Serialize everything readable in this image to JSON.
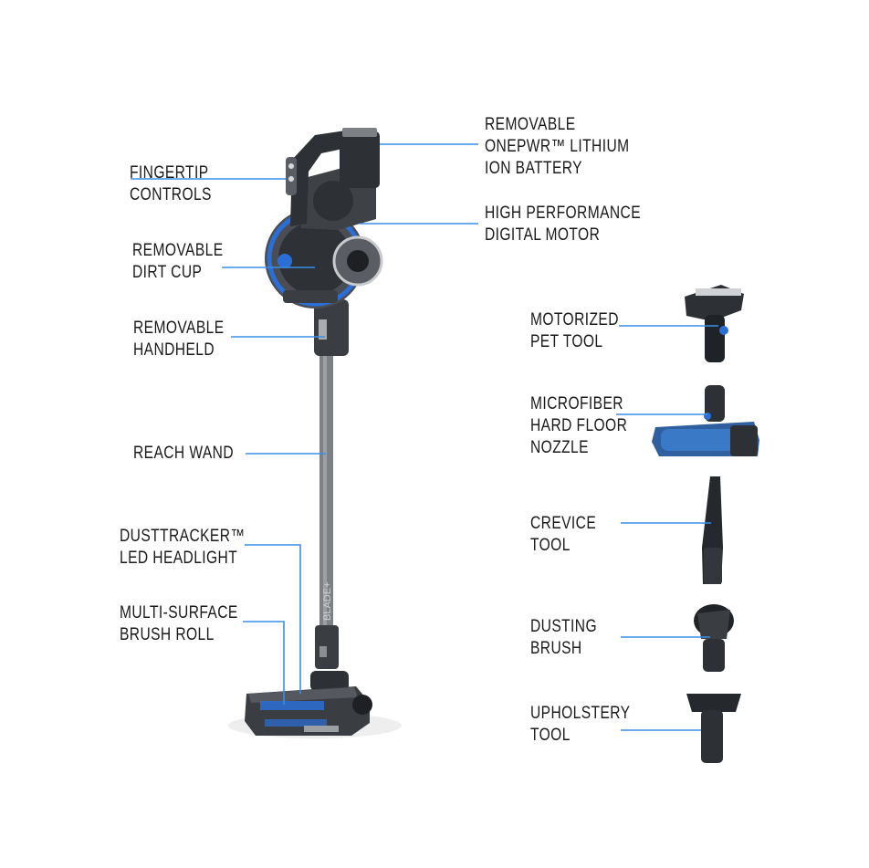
{
  "colors": {
    "leader_line": "#3a8ee6",
    "body_dark": "#3a3d42",
    "body_mid": "#5a5e64",
    "accent_blue": "#2b6fd6",
    "wand": "#7d8186"
  },
  "labels": {
    "fingertip": [
      "FINGERTIP",
      "CONTROLS"
    ],
    "dirtcup": [
      "REMOVABLE",
      "DIRT CUP"
    ],
    "handheld": [
      "REMOVABLE",
      "HANDHELD"
    ],
    "wand": [
      "REACH WAND"
    ],
    "dusttracker": [
      "DUSTTRACKER™",
      "LED HEADLIGHT"
    ],
    "brushroll": [
      "MULTI-SURFACE",
      "BRUSH ROLL"
    ],
    "battery": [
      "REMOVABLE",
      "ONEPWR™ LITHIUM",
      "ION BATTERY"
    ],
    "motor": [
      "HIGH PERFORMANCE",
      "DIGITAL MOTOR"
    ],
    "pettool": [
      "MOTORIZED",
      "PET TOOL"
    ],
    "nozzle": [
      "MICROFIBER",
      "HARD FLOOR",
      "NOZZLE"
    ],
    "crevice": [
      "CREVICE",
      "TOOL"
    ],
    "dusting": [
      "DUSTING",
      "BRUSH"
    ],
    "upholstery": [
      "UPHOLSTERY",
      "TOOL"
    ]
  },
  "product": {
    "wand_text": "BLADE+"
  }
}
